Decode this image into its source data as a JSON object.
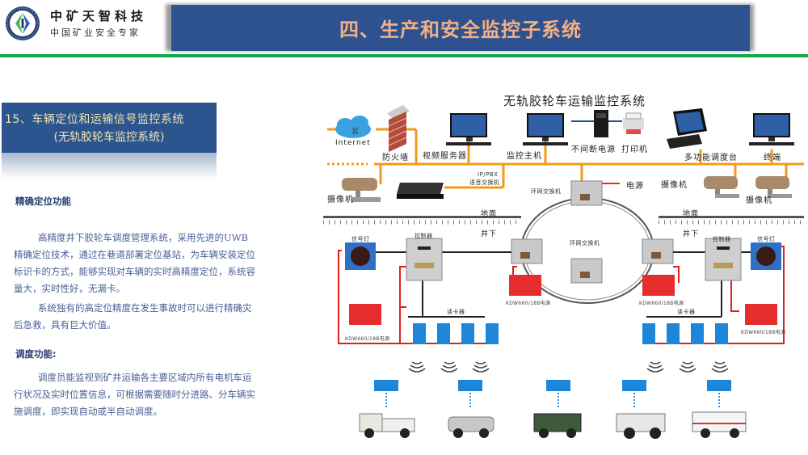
{
  "header": {
    "brand_name": "中矿天智科技",
    "brand_slogan": "中国矿业安全专家",
    "title": "四、生产和安全监控子系统",
    "colors": {
      "banner": "#2e5290",
      "title_text": "#f4b183",
      "rule": "#12a84a"
    }
  },
  "section": {
    "title_line1": "15、车辆定位和运输信号监控系统",
    "title_line2": "(无轨胶轮车监控系统)"
  },
  "content": {
    "positioning": {
      "heading": "精确定位功能",
      "paragraph1": "高精度井下胶轮车调度管理系统，采用先进的UWB精确定位技术，通过在巷道部署定位基站，为车辆安装定位标识卡的方式，能够实现对车辆的实时高精度定位，系统容量大，实时性好，无漏卡。",
      "paragraph2": "系统独有的高定位精度在发生事故时可以进行精确灾后急救，具有巨大价值。"
    },
    "dispatch": {
      "heading": "调度功能:",
      "paragraph": "调度员能监视到矿井运输各主要区域内所有电机车运行状况及实时位置信息，可根据需要随时分进路、分车辆实施调度，即实现自动或半自动调度。"
    }
  },
  "diagram": {
    "title": "无轨胶轮车运输监控系统",
    "labels": {
      "internet": "Internet",
      "cloud": "云",
      "firewall": "防火墙",
      "video_server": "视频服务器",
      "monitor_host": "监控主机",
      "ups": "不间断电源",
      "printer": "打印机",
      "dispatch_console": "多功能调度台",
      "terminal": "终端",
      "camera": "摄像机",
      "ip_pbx_line1": "IP/PBX",
      "ip_pbx_line2": "语音交换机",
      "ring_switch": "环网交换机",
      "power": "电源",
      "ground": "地面",
      "underground": "井下",
      "signal_light": "信号灯",
      "controller": "控制器",
      "card_reader": "读卡器",
      "power_supply": "KDW660/18B电源"
    }
  }
}
